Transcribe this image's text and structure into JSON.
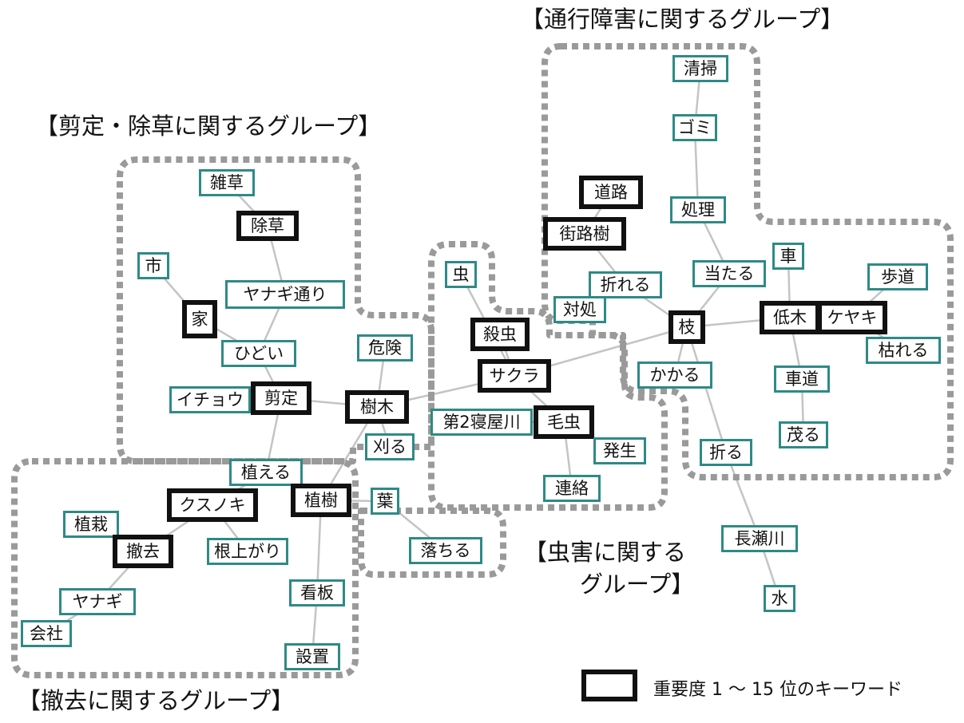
{
  "groups": [
    {
      "id": "pruning",
      "title": "【剪定・除草に関するグループ】"
    },
    {
      "id": "obstruction",
      "title": "【通行障害に関するグループ】"
    },
    {
      "id": "insect_1",
      "title": "【虫害に関する"
    },
    {
      "id": "insect_2",
      "title": "グループ】"
    },
    {
      "id": "removal",
      "title": "【撤去に関するグループ】"
    }
  ],
  "legend": {
    "label": "重要度 1 ～ 15 位のキーワード"
  },
  "nodes": [
    {
      "id": "zassou",
      "label": "雑草",
      "key": false
    },
    {
      "id": "josou",
      "label": "除草",
      "key": true
    },
    {
      "id": "shi",
      "label": "市",
      "key": false
    },
    {
      "id": "yanagidori",
      "label": "ヤナギ通り",
      "key": false
    },
    {
      "id": "ie",
      "label": "家",
      "key": true
    },
    {
      "id": "hidoi",
      "label": "ひどい",
      "key": false
    },
    {
      "id": "icho",
      "label": "イチョウ",
      "key": false
    },
    {
      "id": "sentei",
      "label": "剪定",
      "key": true
    },
    {
      "id": "kiken",
      "label": "危険",
      "key": false
    },
    {
      "id": "jumoku",
      "label": "樹木",
      "key": true
    },
    {
      "id": "karu",
      "label": "刈る",
      "key": false
    },
    {
      "id": "ueru",
      "label": "植える",
      "key": false
    },
    {
      "id": "kusunoki",
      "label": "クスノキ",
      "key": true
    },
    {
      "id": "shokuju",
      "label": "植樹",
      "key": true
    },
    {
      "id": "shokusai",
      "label": "植栽",
      "key": false
    },
    {
      "id": "tekkyo",
      "label": "撤去",
      "key": true
    },
    {
      "id": "neagari",
      "label": "根上がり",
      "key": false
    },
    {
      "id": "yanagi",
      "label": "ヤナギ",
      "key": false
    },
    {
      "id": "kanban",
      "label": "看板",
      "key": false
    },
    {
      "id": "kaisha",
      "label": "会社",
      "key": false
    },
    {
      "id": "setchi",
      "label": "設置",
      "key": false
    },
    {
      "id": "ha",
      "label": "葉",
      "key": false
    },
    {
      "id": "ochiru",
      "label": "落ちる",
      "key": false
    },
    {
      "id": "mushi",
      "label": "虫",
      "key": false
    },
    {
      "id": "sacchu",
      "label": "殺虫",
      "key": true
    },
    {
      "id": "sakura",
      "label": "サクラ",
      "key": true
    },
    {
      "id": "dai2",
      "label": "第2寝屋川",
      "key": false
    },
    {
      "id": "kemushi",
      "label": "毛虫",
      "key": true
    },
    {
      "id": "hassei",
      "label": "発生",
      "key": false
    },
    {
      "id": "renraku",
      "label": "連絡",
      "key": false
    },
    {
      "id": "seisou",
      "label": "清掃",
      "key": false
    },
    {
      "id": "gomi",
      "label": "ゴミ",
      "key": false
    },
    {
      "id": "douro",
      "label": "道路",
      "key": true
    },
    {
      "id": "gairoju",
      "label": "街路樹",
      "key": true
    },
    {
      "id": "shori",
      "label": "処理",
      "key": false
    },
    {
      "id": "oreru",
      "label": "折れる",
      "key": false
    },
    {
      "id": "taisho",
      "label": "対処",
      "key": false
    },
    {
      "id": "ataru",
      "label": "当たる",
      "key": false
    },
    {
      "id": "kuruma",
      "label": "車",
      "key": false
    },
    {
      "id": "hodou",
      "label": "歩道",
      "key": false
    },
    {
      "id": "eda",
      "label": "枝",
      "key": true
    },
    {
      "id": "teiboku",
      "label": "低木",
      "key": true
    },
    {
      "id": "keyaki",
      "label": "ケヤキ",
      "key": true
    },
    {
      "id": "kareru",
      "label": "枯れる",
      "key": false
    },
    {
      "id": "kakaru",
      "label": "かかる",
      "key": false
    },
    {
      "id": "shadou",
      "label": "車道",
      "key": false
    },
    {
      "id": "shigeru",
      "label": "茂る",
      "key": false
    },
    {
      "id": "oru",
      "label": "折る",
      "key": false
    },
    {
      "id": "nagasegawa",
      "label": "長瀬川",
      "key": false
    },
    {
      "id": "mizu",
      "label": "水",
      "key": false
    }
  ],
  "edges": [
    [
      "zassou",
      "josou"
    ],
    [
      "josou",
      "yanagidori"
    ],
    [
      "shi",
      "ie"
    ],
    [
      "ie",
      "hidoi"
    ],
    [
      "yanagidori",
      "hidoi"
    ],
    [
      "hidoi",
      "sentei"
    ],
    [
      "icho",
      "sentei"
    ],
    [
      "sentei",
      "jumoku"
    ],
    [
      "sentei",
      "ueru"
    ],
    [
      "kiken",
      "jumoku"
    ],
    [
      "jumoku",
      "karu"
    ],
    [
      "jumoku",
      "shokuju"
    ],
    [
      "jumoku",
      "sakura"
    ],
    [
      "ueru",
      "kusunoki"
    ],
    [
      "kusunoki",
      "tekkyo"
    ],
    [
      "kusunoki",
      "neagari"
    ],
    [
      "shokusai",
      "tekkyo"
    ],
    [
      "tekkyo",
      "yanagi"
    ],
    [
      "yanagi",
      "kaisha"
    ],
    [
      "shokuju",
      "kanban"
    ],
    [
      "kanban",
      "setchi"
    ],
    [
      "shokuju",
      "ha"
    ],
    [
      "ha",
      "ochiru"
    ],
    [
      "mushi",
      "sakura"
    ],
    [
      "sacchu",
      "sakura"
    ],
    [
      "sakura",
      "kemushi"
    ],
    [
      "dai2",
      "kemushi"
    ],
    [
      "kemushi",
      "hassei"
    ],
    [
      "kemushi",
      "renraku"
    ],
    [
      "sakura",
      "eda"
    ],
    [
      "seisou",
      "gomi"
    ],
    [
      "gomi",
      "shori"
    ],
    [
      "douro",
      "gairoju"
    ],
    [
      "gairoju",
      "oreru"
    ],
    [
      "shori",
      "ataru"
    ],
    [
      "ataru",
      "eda"
    ],
    [
      "oreru",
      "eda"
    ],
    [
      "taisho",
      "oreru"
    ],
    [
      "eda",
      "teiboku"
    ],
    [
      "kuruma",
      "teiboku"
    ],
    [
      "teiboku",
      "keyaki"
    ],
    [
      "hodou",
      "keyaki"
    ],
    [
      "keyaki",
      "kareru"
    ],
    [
      "teiboku",
      "shadou"
    ],
    [
      "shadou",
      "shigeru"
    ],
    [
      "eda",
      "kakaru"
    ],
    [
      "eda",
      "oru"
    ],
    [
      "oru",
      "nagasegawa"
    ],
    [
      "nagasegawa",
      "mizu"
    ]
  ]
}
